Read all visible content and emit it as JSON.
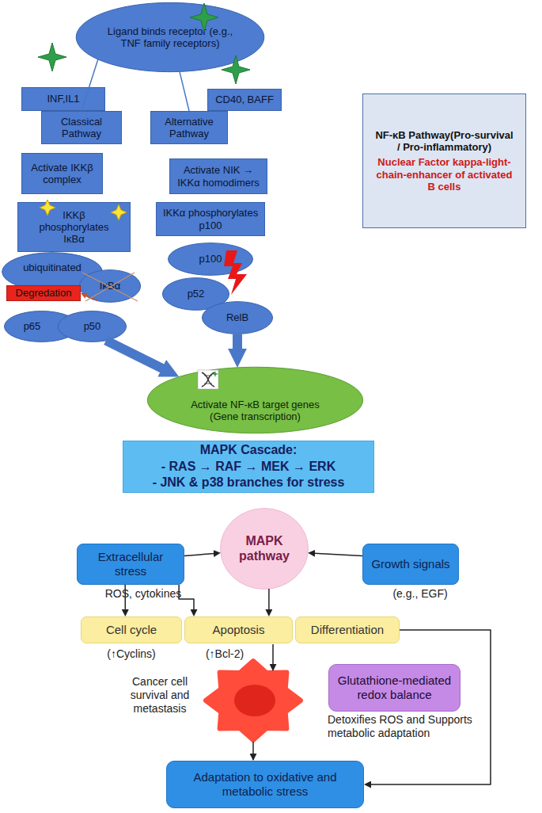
{
  "diagram": {
    "nodes": [
      {
        "text": [
          "Ligand binds receptor (e.g., TNF family receptors)"
        ]
      },
      {
        "text": [
          "INF,IL1"
        ]
      },
      {
        "text": [
          "CD40, BAFF"
        ]
      },
      {
        "text": [
          "NF-κB Pathway(Pro-survival / Pro-inflammatory)",
          "Nuclear Factor kappa-light-chain-enhancer of activated B cells"
        ]
      },
      {
        "text": [
          "Classical Pathway"
        ]
      },
      {
        "text": [
          "Alternative Pathway"
        ]
      },
      {
        "text": [
          "Activate IKKβ complex"
        ]
      },
      {
        "text": [
          "Activate NIK → IKKα homodimers"
        ]
      },
      {
        "text": [
          "IKKβ phosphorylates IκBα"
        ]
      },
      {
        "text": [
          "IKKα phosphorylates p100"
        ]
      },
      {
        "text": [
          "p100"
        ]
      },
      {
        "text": [
          "ubiquitinated"
        ]
      },
      {
        "text": [
          "IκBα"
        ]
      },
      {
        "text": [
          "Degredation"
        ]
      },
      {
        "text": [
          "p52"
        ]
      },
      {
        "text": [
          "p65"
        ]
      },
      {
        "text": [
          "p50"
        ]
      },
      {
        "text": [
          "RelB"
        ]
      },
      {
        "text": [
          "Activate NF-κB target genes (Gene transcription)"
        ]
      },
      {
        "text": [
          "MAPK Cascade:",
          "- RAS → RAF → MEK → ERK",
          "- JNK & p38 branches for stress"
        ]
      },
      {
        "text": [
          "MAPK pathway"
        ]
      },
      {
        "text": [
          "Extracellular stress"
        ]
      },
      {
        "text": [
          "Growth signals"
        ]
      },
      {
        "text": [
          "Cell cycle"
        ]
      },
      {
        "text": [
          "Apoptosis"
        ]
      },
      {
        "text": [
          "Differentiation"
        ]
      },
      {
        "text": [
          "Glutathione-mediated redox balance"
        ]
      },
      {
        "text": [
          "Adaptation to oxidative and metabolic stress"
        ]
      }
    ],
    "edges": [
      {
        "from": 0,
        "to": 4,
        "arrow": "none"
      },
      {
        "from": 0,
        "to": 5,
        "arrow": "none"
      },
      {
        "from": 12,
        "to": 13,
        "arrow": "to"
      },
      {
        "from": 16,
        "to": 18,
        "arrow": "to"
      },
      {
        "from": 17,
        "to": 18,
        "arrow": "to"
      },
      {
        "from": 21,
        "to": 20,
        "arrow": "to"
      },
      {
        "from": 22,
        "to": 20,
        "arrow": "to"
      },
      {
        "from": 21,
        "to": 23,
        "arrow": "to"
      },
      {
        "from": 21,
        "to": 24,
        "arrow": "to"
      },
      {
        "from": 20,
        "to": 24,
        "arrow": "to"
      },
      {
        "from": 25,
        "to": 27,
        "arrow": "to"
      }
    ],
    "labels": [
      "ROS, cytokines",
      "(e.g., EGF)",
      "(↑Cyclins)",
      "(↑Bcl-2)",
      "Cancer cell survival and metastasis",
      "Detoxifies ROS and Supports metabolic adaptation"
    ]
  }
}
